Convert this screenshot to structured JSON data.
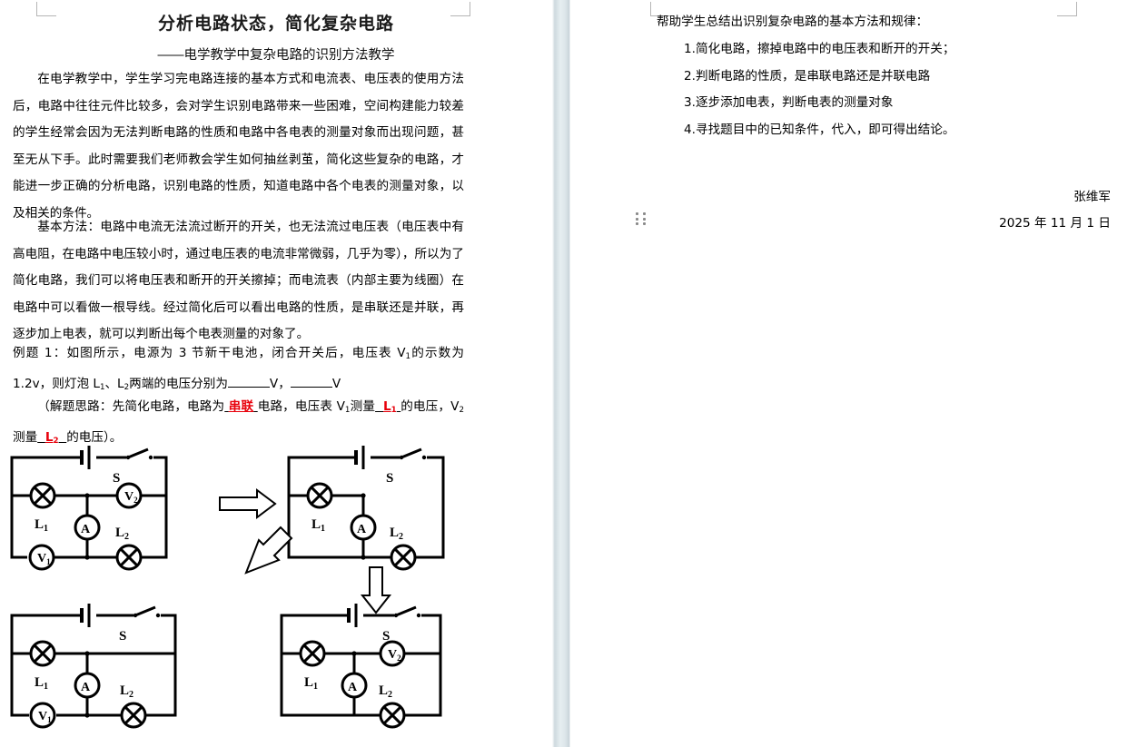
{
  "document": {
    "title": "分析电路状态，简化复杂电路",
    "subtitle": "――电学教学中复杂电路的识别方法教学"
  },
  "left_page": {
    "paragraphs": {
      "intro": "在电学教学中，学生学习完电路连接的基本方式和电流表、电压表的使用方法后，电路中往往元件比较多，会对学生识别电路带来一些困难，空间构建能力较差的学生经常会因为无法判断电路的性质和电路中各电表的测量对象而出现问题，甚至无从下手。此时需要我们老师教会学生如何抽丝剥茧，简化这些复杂的电路，才能进一步正确的分析电路，识别电路的性质，知道电路中各个电表的测量对象，以及相关的条件。",
      "method": "基本方法：电路中电流无法流过断开的开关，也无法流过电压表（电压表中有高电阻，在电路中电压较小时，通过电压表的电流非常微弱，几乎为零），所以为了简化电路，我们可以将电压表和断开的开关擦掉；而电流表（内部主要为线圈）在电路中可以看做一根导线。经过简化后可以看出电路的性质，是串联还是并联，再逐步加上电表，就可以判断出每个电表测量的对象了。"
    },
    "example": {
      "label": "例题 1：",
      "q_part1": "如图所示，电源为 3 节新干电池，闭合开关后，电压表 V",
      "q_sub1": "1",
      "q_part2": "的示数为 1.2v，则灯泡 L",
      "q_sub2": "1",
      "q_part3": "、L",
      "q_sub3": "2",
      "q_part4": "两端的电压分别为",
      "unit1": "V，",
      "unit2": "V",
      "sol_open": "（解题思路：先简化电路，电路为",
      "sol_ans1": "串联",
      "sol_mid1": "电路，电压表 V",
      "sol_sub1": "1",
      "sol_mid2": "测量",
      "sol_ans2": "L",
      "sol_ans2_sub": "1",
      "sol_mid3": "的电压，V",
      "sol_sub2": "2",
      "sol_mid4": "测量",
      "sol_ans3": "L",
      "sol_ans3_sub": "2",
      "sol_close": "的电压）。"
    }
  },
  "right_page": {
    "lead": "帮助学生总结出识别复杂电路的基本方法和规律：",
    "items": [
      "1.简化电路，擦掉电路中的电压表和断开的开关；",
      "2.判断电路的性质，是串联电路还是并联电路",
      "3.逐步添加电表，判断电表的测量对象",
      "4.寻找题目中的已知条件，代入，即可得出结论。"
    ],
    "signature": "张维军",
    "date": "2025 年 11 月 1 日"
  },
  "figure": {
    "labels": {
      "switch": "S",
      "lamp1": "L",
      "lamp1_sub": "1",
      "lamp2": "L",
      "lamp2_sub": "2",
      "ammeter": "A",
      "volt1": "V",
      "volt1_sub": "1",
      "volt2": "V",
      "volt2_sub": "2"
    },
    "circuits": [
      {
        "name": "circuit-original",
        "has_v1": true,
        "has_v2": true
      },
      {
        "name": "circuit-simplified",
        "has_v1": false,
        "has_v2": false
      },
      {
        "name": "circuit-with-v1",
        "has_v1": true,
        "has_v2": false
      },
      {
        "name": "circuit-with-v2",
        "has_v1": false,
        "has_v2": true
      }
    ]
  },
  "colors": {
    "answer_red": "#e8000b",
    "page_gap": "#dde6ea",
    "crop_mark": "#b5b5b5",
    "ink": "#000000"
  }
}
